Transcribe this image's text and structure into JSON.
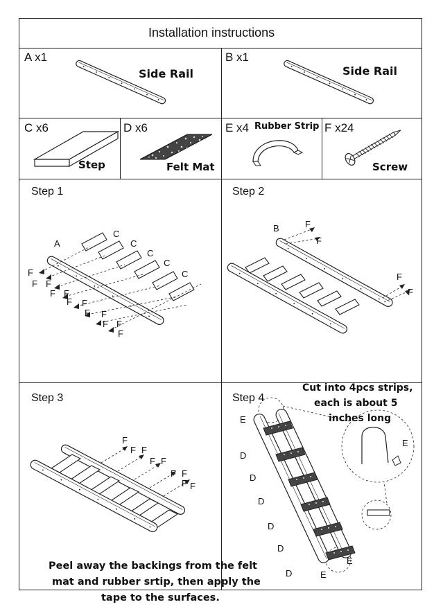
{
  "title": "Installation instructions",
  "parts": {
    "a": {
      "qty": "A x1",
      "name": "Side Rail"
    },
    "b": {
      "qty": "B x1",
      "name": "Side Rail"
    },
    "c": {
      "qty": "C x6",
      "name": "Step"
    },
    "d": {
      "qty": "D x6",
      "name": "Felt Mat"
    },
    "e": {
      "qty": "E x4",
      "name": "Rubber Strip"
    },
    "f": {
      "qty": "F x24",
      "name": "Screw"
    }
  },
  "steps": {
    "s1": "Step 1",
    "s2": "Step 2",
    "s3": "Step 3",
    "s4": "Step 4"
  },
  "callouts": {
    "a": "A",
    "b": "B",
    "c": "C",
    "d": "D",
    "e": "E",
    "f": "F"
  },
  "note": {
    "line1": "Cut into 4pcs strips,",
    "line2": "each is about 5",
    "line3": "inches long"
  },
  "instruction": {
    "line1": "Peel away the backings from the felt",
    "line2": "mat and rubber srtip, then apply the",
    "line3": "tape to the surfaces."
  }
}
